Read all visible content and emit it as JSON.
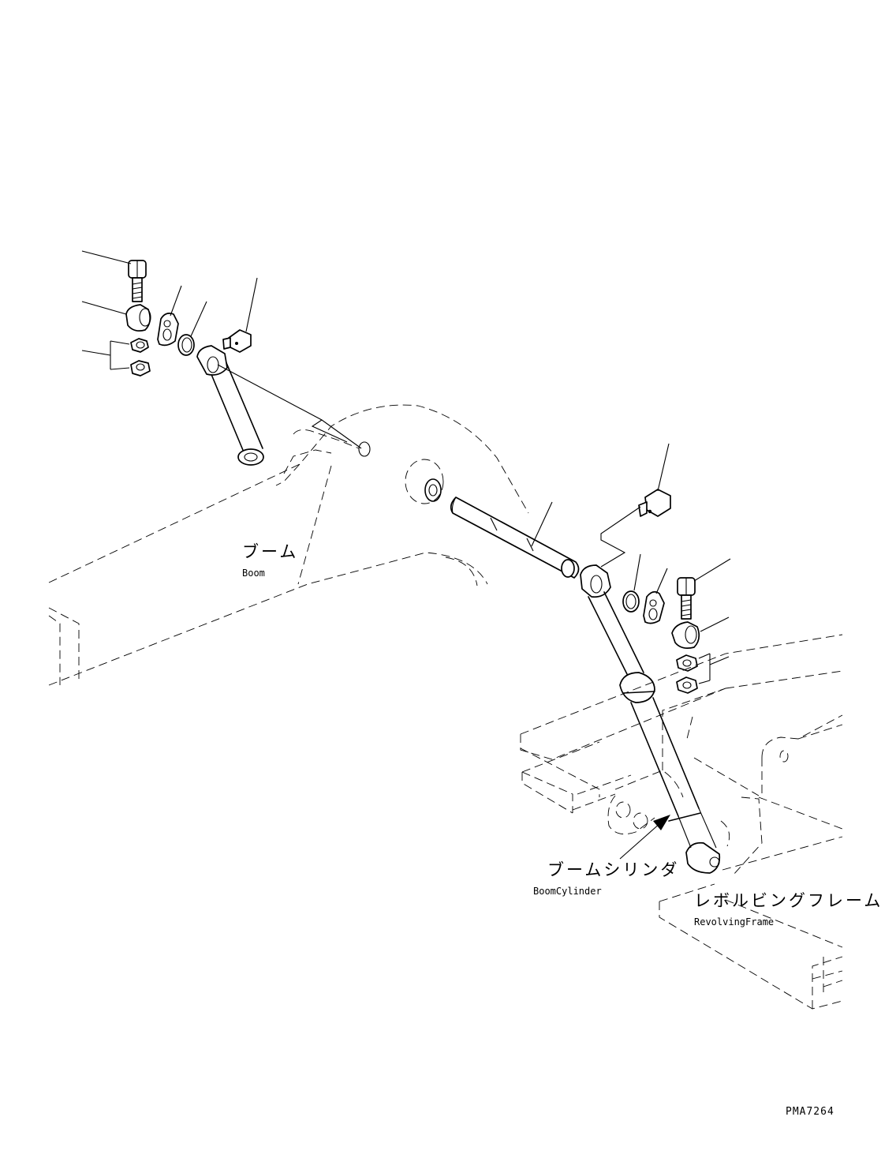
{
  "labels": {
    "boom_jp": "ブーム",
    "boom_en": "Boom",
    "cylinder_jp": "ブームシリンダ",
    "cylinder_en": "BoomCylinder",
    "frame_jp": "レボルビングフレーム",
    "frame_en": "RevolvingFrame"
  },
  "drawing_code": "PMA7264",
  "colors": {
    "ink": "#000000",
    "paper": "#ffffff"
  }
}
